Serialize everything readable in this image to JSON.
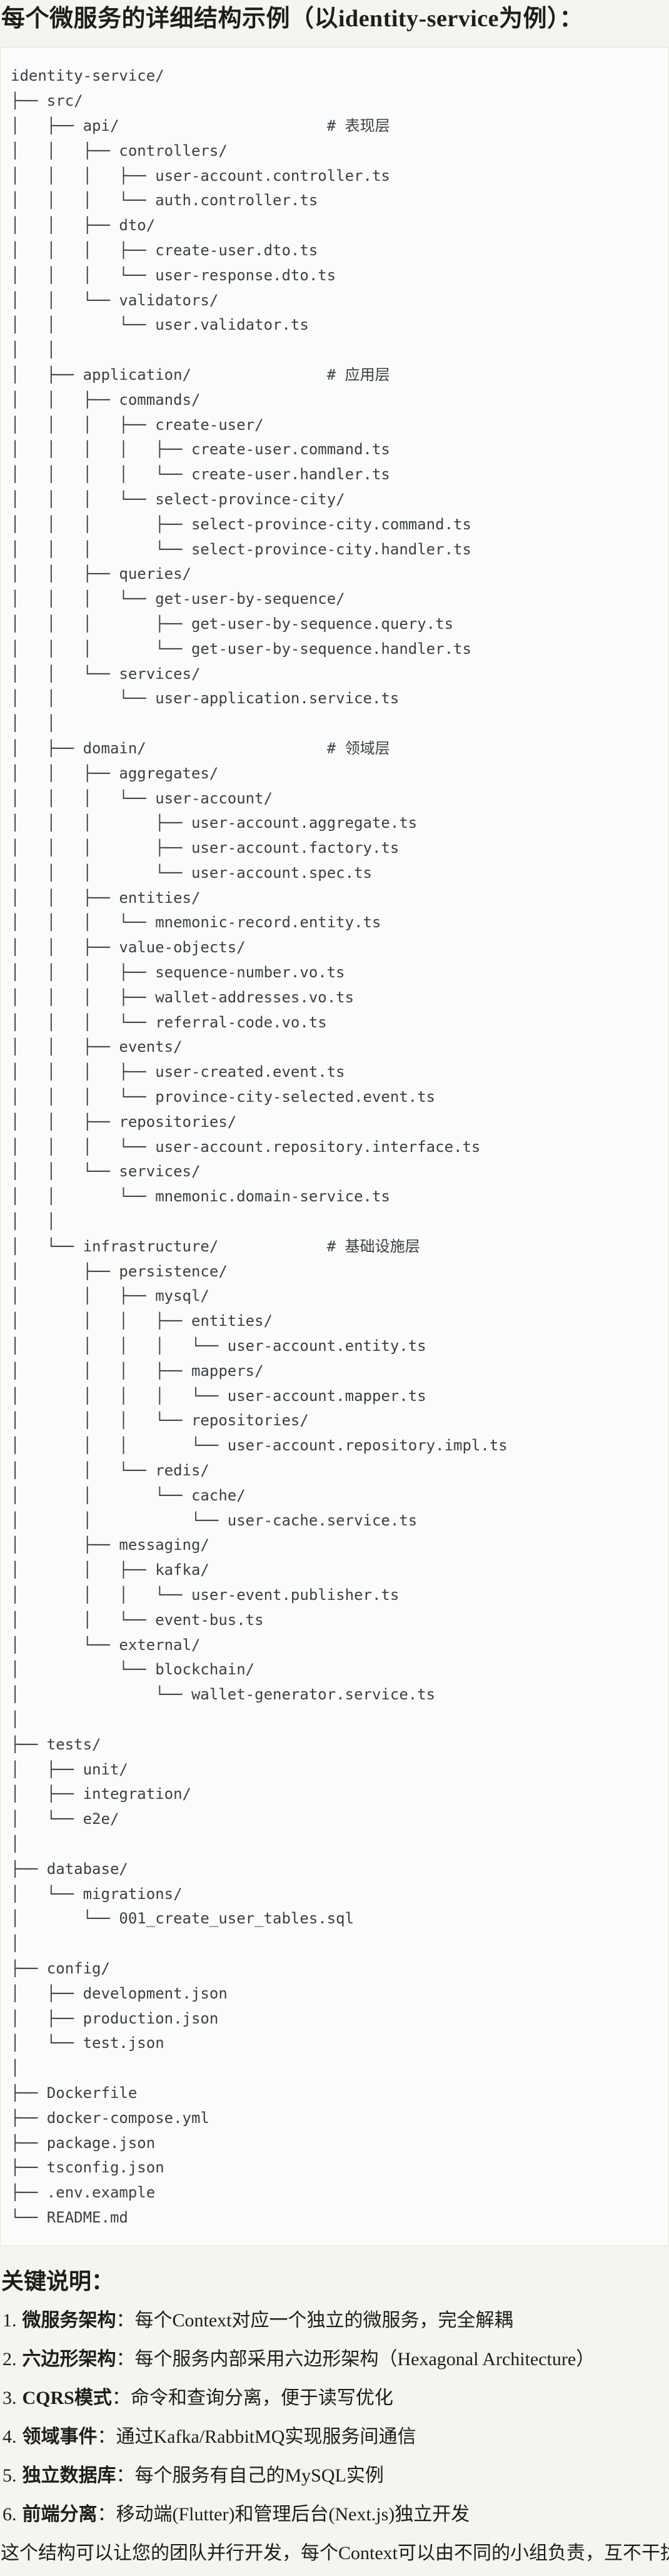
{
  "title": "每个微服务的详细结构示例（以identity-service为例）：",
  "tree": {
    "lines": [
      "identity-service/",
      "├── src/",
      "│   ├── api/                       # 表现层",
      "│   │   ├── controllers/",
      "│   │   │   ├── user-account.controller.ts",
      "│   │   │   └── auth.controller.ts",
      "│   │   ├── dto/",
      "│   │   │   ├── create-user.dto.ts",
      "│   │   │   └── user-response.dto.ts",
      "│   │   └── validators/",
      "│   │       └── user.validator.ts",
      "│   │",
      "│   ├── application/               # 应用层",
      "│   │   ├── commands/",
      "│   │   │   ├── create-user/",
      "│   │   │   │   ├── create-user.command.ts",
      "│   │   │   │   └── create-user.handler.ts",
      "│   │   │   └── select-province-city/",
      "│   │   │       ├── select-province-city.command.ts",
      "│   │   │       └── select-province-city.handler.ts",
      "│   │   ├── queries/",
      "│   │   │   └── get-user-by-sequence/",
      "│   │   │       ├── get-user-by-sequence.query.ts",
      "│   │   │       └── get-user-by-sequence.handler.ts",
      "│   │   └── services/",
      "│   │       └── user-application.service.ts",
      "│   │",
      "│   ├── domain/                    # 领域层",
      "│   │   ├── aggregates/",
      "│   │   │   └── user-account/",
      "│   │   │       ├── user-account.aggregate.ts",
      "│   │   │       ├── user-account.factory.ts",
      "│   │   │       └── user-account.spec.ts",
      "│   │   ├── entities/",
      "│   │   │   └── mnemonic-record.entity.ts",
      "│   │   ├── value-objects/",
      "│   │   │   ├── sequence-number.vo.ts",
      "│   │   │   ├── wallet-addresses.vo.ts",
      "│   │   │   └── referral-code.vo.ts",
      "│   │   ├── events/",
      "│   │   │   ├── user-created.event.ts",
      "│   │   │   └── province-city-selected.event.ts",
      "│   │   ├── repositories/",
      "│   │   │   └── user-account.repository.interface.ts",
      "│   │   └── services/",
      "│   │       └── mnemonic.domain-service.ts",
      "│   │",
      "│   └── infrastructure/            # 基础设施层",
      "│       ├── persistence/",
      "│       │   ├── mysql/",
      "│       │   │   ├── entities/",
      "│       │   │   │   └── user-account.entity.ts",
      "│       │   │   ├── mappers/",
      "│       │   │   │   └── user-account.mapper.ts",
      "│       │   │   └── repositories/",
      "│       │   │       └── user-account.repository.impl.ts",
      "│       │   └── redis/",
      "│       │       └── cache/",
      "│       │           └── user-cache.service.ts",
      "│       ├── messaging/",
      "│       │   ├── kafka/",
      "│       │   │   └── user-event.publisher.ts",
      "│       │   └── event-bus.ts",
      "│       └── external/",
      "│           └── blockchain/",
      "│               └── wallet-generator.service.ts",
      "│",
      "├── tests/",
      "│   ├── unit/",
      "│   ├── integration/",
      "│   └── e2e/",
      "│",
      "├── database/",
      "│   └── migrations/",
      "│       └── 001_create_user_tables.sql",
      "│",
      "├── config/",
      "│   ├── development.json",
      "│   ├── production.json",
      "│   └── test.json",
      "│",
      "├── Dockerfile",
      "├── docker-compose.yml",
      "├── package.json",
      "├── tsconfig.json",
      "├── .env.example",
      "└── README.md"
    ]
  },
  "notes": {
    "heading": "关键说明：",
    "items": [
      {
        "num": "1.",
        "term": "微服务架构",
        "desc": "：每个Context对应一个独立的微服务，完全解耦"
      },
      {
        "num": "2.",
        "term": "六边形架构",
        "desc": "：每个服务内部采用六边形架构（Hexagonal Architecture）"
      },
      {
        "num": "3.",
        "term": "CQRS模式",
        "desc": "：命令和查询分离，便于读写优化"
      },
      {
        "num": "4.",
        "term": "领域事件",
        "desc": "：通过Kafka/RabbitMQ实现服务间通信"
      },
      {
        "num": "5.",
        "term": "独立数据库",
        "desc": "：每个服务有自己的MySQL实例"
      },
      {
        "num": "6.",
        "term": "前端分离",
        "desc": "：移动端(Flutter)和管理后台(Next.js)独立开发"
      }
    ],
    "footer": "这个结构可以让您的团队并行开发，每个Context可以由不同的小组负责，互不干扰。"
  },
  "colors": {
    "page_bg": "#f5f4ef",
    "code_bg": "#fbfbf9",
    "code_border": "#e5e4df",
    "code_text": "#3b4045",
    "text": "#1f1d1a"
  }
}
